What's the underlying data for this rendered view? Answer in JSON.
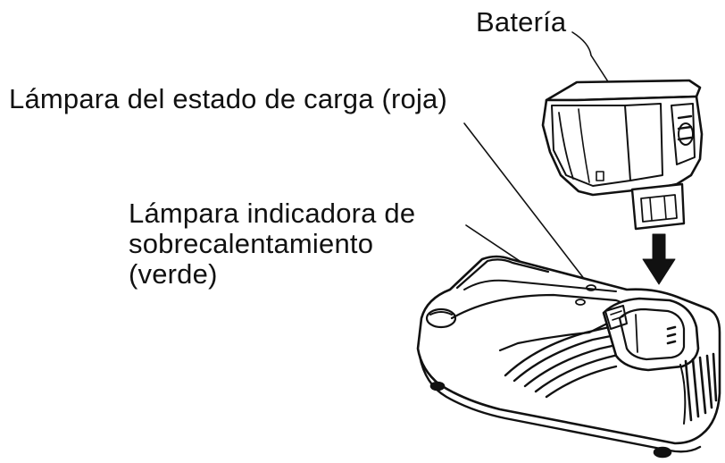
{
  "labels": {
    "battery": "Batería",
    "charge_lamp": "Lámpara del estado de carga (roja)",
    "overheat_lamp_line1": "Lámpara indicadora de",
    "overheat_lamp_line2": "sobrecalentamiento",
    "overheat_lamp_line3": "(verde)"
  },
  "colors": {
    "ink": "#111111",
    "background": "#ffffff"
  },
  "icons": {
    "insert_direction": "arrow-down-icon"
  }
}
